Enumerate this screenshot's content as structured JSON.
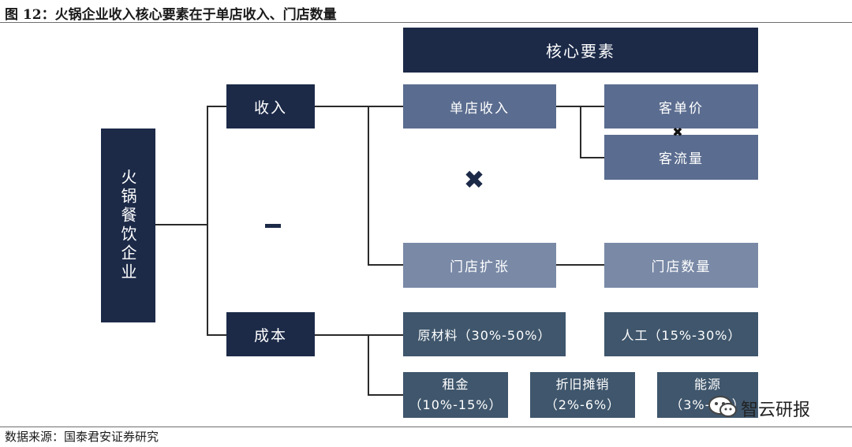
{
  "figure_title": "图 12：火锅企业收入核心要素在于单店收入、门店数量",
  "header_box": "核心要素",
  "root": "火锅餐饮企业",
  "revenue": "收入",
  "cost": "成本",
  "minus_symbol": "−",
  "revenue_factors": {
    "store_revenue": "单店收入",
    "store_expansion": "门店扩张",
    "multiply_symbol": "✖",
    "avg_ticket": "客单价",
    "small_multiply": "✖",
    "traffic": "客流量",
    "store_count": "门店数量"
  },
  "cost_factors": {
    "raw_materials": "原材料（30%-50%）",
    "labor": "人工（15%-30%）",
    "rent_name": "租金",
    "rent_pct": "（10%-15%）",
    "depreciation_name": "折旧摊销",
    "depreciation_pct": "（2%-6%）",
    "energy_name": "能源",
    "energy_pct": "（3%-5%）"
  },
  "source": "数据来源：国泰君安证券研究",
  "watermark": "智云研报",
  "colors": {
    "dark_navy": "#1c2a48",
    "mid_blue": "#5a6c8f",
    "light_blue": "#7989a6",
    "slate": "#3f566c"
  }
}
